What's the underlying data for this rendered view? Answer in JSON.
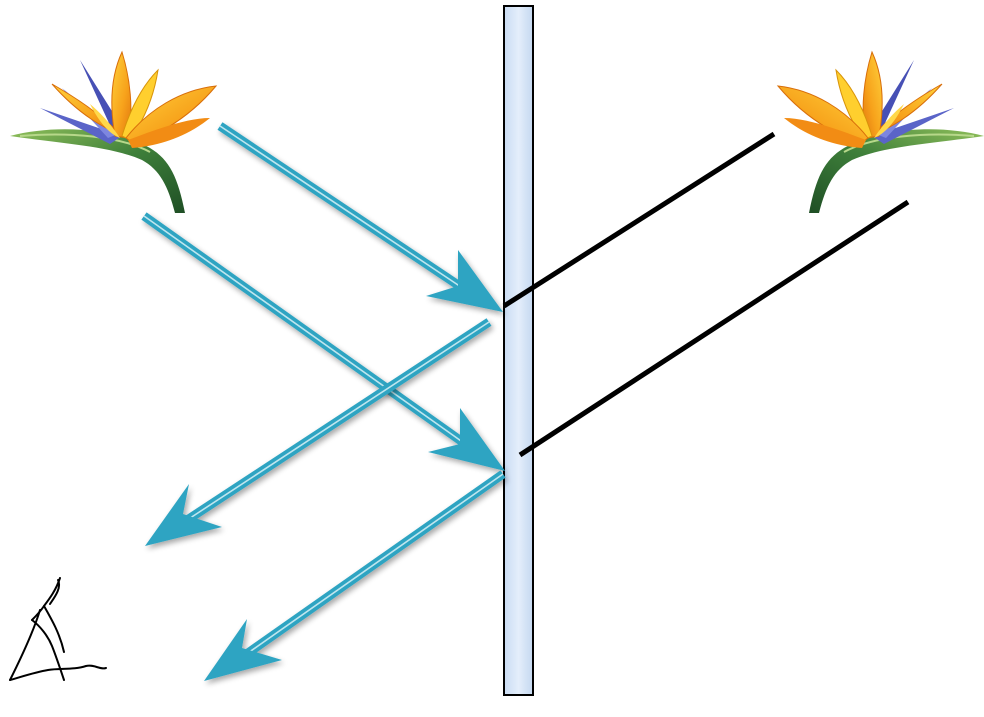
{
  "colors": {
    "background": "#ffffff",
    "mirror_fill": "#dbe9f8",
    "mirror_border": "#000000",
    "ray": "#2ea4c2",
    "ray_highlight": "#bfe6ef",
    "virtual_line": "#000000",
    "flower_orange": "#f6a21a",
    "flower_blue": "#5a64c8",
    "stem_green": "#3e7f3a"
  },
  "icons": {
    "object": "bird-of-paradise-flower-icon",
    "image": "mirrored-bird-of-paradise-flower-icon",
    "observer": "stick-figure-eye-icon"
  },
  "diagram": {
    "elements": [
      "object-flower",
      "plane-mirror",
      "incident-ray-1",
      "incident-ray-2",
      "reflected-ray-1",
      "reflected-ray-2",
      "virtual-ray-extension-1",
      "virtual-ray-extension-2",
      "virtual-image-flower",
      "observer-figure"
    ]
  }
}
